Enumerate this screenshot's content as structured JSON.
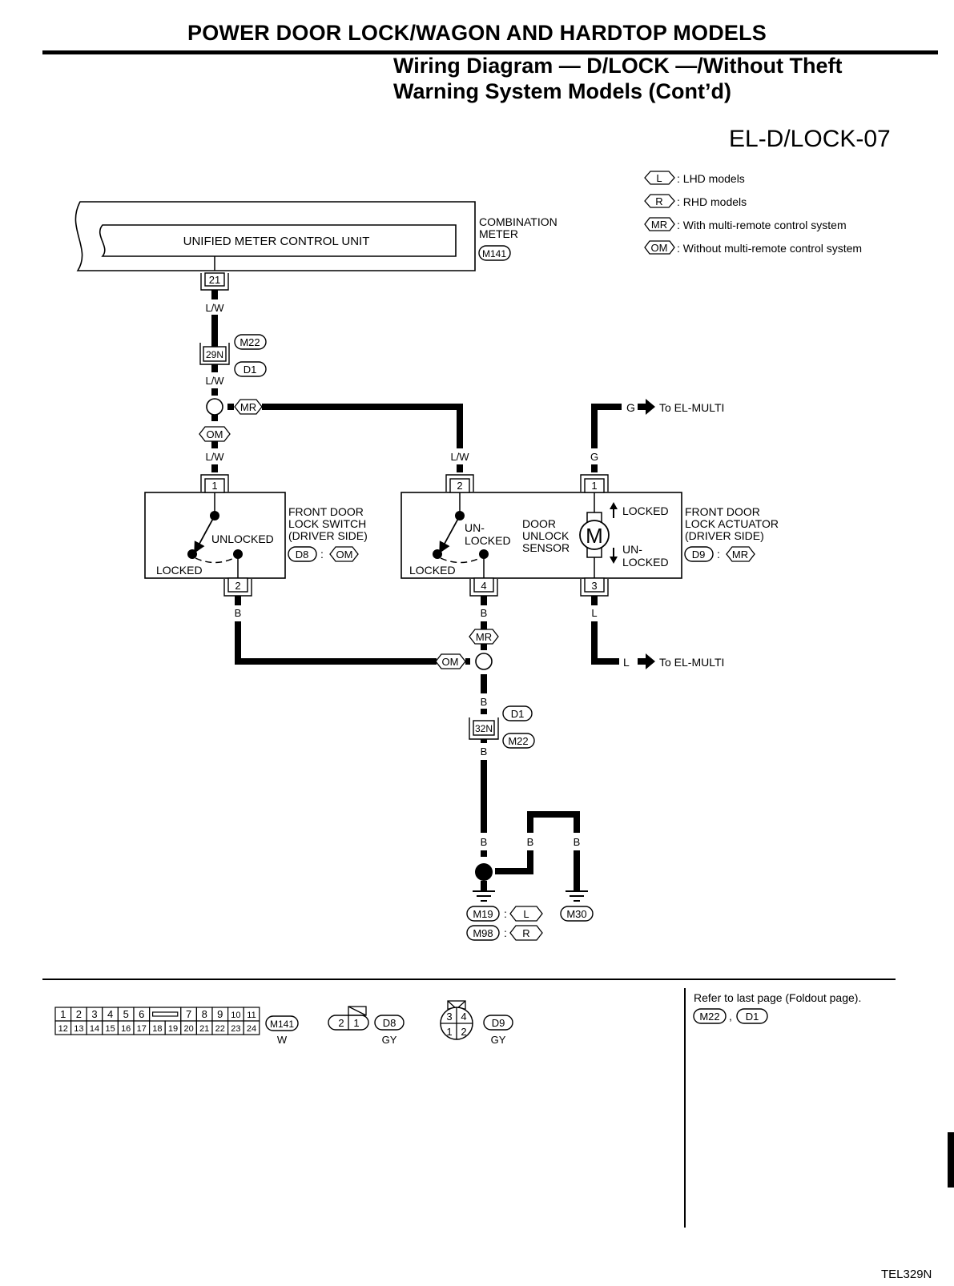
{
  "header": {
    "section_title": "POWER DOOR LOCK/WAGON AND HARDTOP MODELS",
    "subtitle_line1": "Wiring Diagram — D/LOCK —/Without Theft",
    "subtitle_line2": "Warning System Models (Cont’d)",
    "page_code": "EL-D/LOCK-07"
  },
  "legend": [
    {
      "tag": "L",
      "desc": ": LHD models"
    },
    {
      "tag": "R",
      "desc": ": RHD models"
    },
    {
      "tag": "MR",
      "desc": ": With multi-remote control system"
    },
    {
      "tag": "OM",
      "desc": ": Without multi-remote control system"
    }
  ],
  "combination_meter": {
    "inner_label": "UNIFIED METER CONTROL UNIT",
    "label_line1": "COMBINATION",
    "label_line2": "METER",
    "connector": "M141",
    "terminal": "21"
  },
  "wires": {
    "lw": "L/W",
    "g": "G",
    "b": "B",
    "l": "L"
  },
  "joint_connector_top": {
    "terminal": "29N",
    "conn_a": "M22",
    "conn_b": "D1"
  },
  "joint_connector_bottom": {
    "terminal": "32N",
    "conn_a": "D1",
    "conn_b": "M22"
  },
  "option_tags": {
    "mr": "MR",
    "om": "OM",
    "l": "L",
    "r": "R"
  },
  "lock_switch": {
    "terminal_top": "1",
    "terminal_bottom": "2",
    "unlocked": "UNLOCKED",
    "locked": "LOCKED",
    "label_line1": "FRONT DOOR",
    "label_line2": "LOCK SWITCH",
    "label_line3": "(DRIVER SIDE)",
    "connector": "D8",
    "condition": "OM"
  },
  "lock_actuator": {
    "terminal_sensor_top": "2",
    "terminal_sensor_bottom": "4",
    "terminal_motor_top": "1",
    "terminal_motor_bottom": "3",
    "sensor_un": "UN-",
    "sensor_locked": "LOCKED",
    "sensor_locked_pos": "LOCKED",
    "sensor_label_line1": "DOOR",
    "sensor_label_line2": "UNLOCK",
    "sensor_label_line3": "SENSOR",
    "motor_symbol": "M",
    "motor_locked": "LOCKED",
    "motor_un": "UN-",
    "motor_unlocked": "LOCKED",
    "label_line1": "FRONT DOOR",
    "label_line2": "LOCK ACTUATOR",
    "label_line3": "(DRIVER SIDE)",
    "connector": "D9",
    "condition": "MR"
  },
  "to_multi": {
    "g_label": "G",
    "g_dest": "To EL-MULTI",
    "l_label": "L",
    "l_dest": "To EL-MULTI"
  },
  "grounds": {
    "left_conn_1": "M19",
    "left_cond_1": "L",
    "left_conn_2": "M98",
    "left_cond_2": "R",
    "right_conn": "M30"
  },
  "connector_views": {
    "m141": {
      "top_row": [
        "1",
        "2",
        "3",
        "4",
        "5",
        "6",
        "7",
        "8",
        "9",
        "10",
        "11"
      ],
      "bottom_row": [
        "12",
        "13",
        "14",
        "15",
        "16",
        "17",
        "18",
        "19",
        "20",
        "21",
        "22",
        "23",
        "24"
      ],
      "connector": "M141",
      "color": "W"
    },
    "d8": {
      "pins": [
        "2",
        "1"
      ],
      "connector": "D8",
      "color": "GY"
    },
    "d9": {
      "pins_top": [
        "3",
        "4"
      ],
      "pins_bottom": [
        "1",
        "2"
      ],
      "connector": "D9",
      "color": "GY"
    }
  },
  "foldout_note": {
    "text": "Refer to last page (Foldout page).",
    "conn_a": "M22",
    "conn_b": "D1",
    "sep": ","
  },
  "footer": {
    "code": "TEL329N"
  }
}
